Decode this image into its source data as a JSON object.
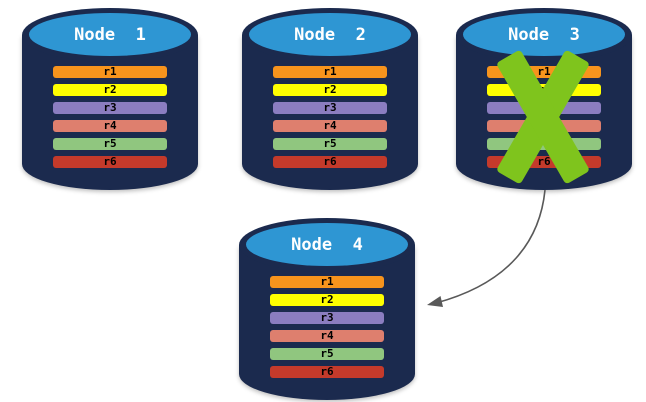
{
  "palette": {
    "cylinder_body": "#1B2A4E",
    "cylinder_top": "#2E96D3",
    "node_label_color": "#FFFFFF",
    "row_label_color": "#000000",
    "failure_x_color": "#7FC41D",
    "arrow_color": "#595959",
    "background": "#FFFFFF"
  },
  "nodes": [
    {
      "label": "Node  1",
      "failed": false,
      "rows": [
        {
          "label": "r1",
          "color": "#F7941D"
        },
        {
          "label": "r2",
          "color": "#FFFF00"
        },
        {
          "label": "r3",
          "color": "#8B7DC0"
        },
        {
          "label": "r4",
          "color": "#DE7F6E"
        },
        {
          "label": "r5",
          "color": "#90C67F"
        },
        {
          "label": "r6",
          "color": "#C43A2B"
        }
      ]
    },
    {
      "label": "Node  2",
      "failed": false,
      "rows": [
        {
          "label": "r1",
          "color": "#F7941D"
        },
        {
          "label": "r2",
          "color": "#FFFF00"
        },
        {
          "label": "r3",
          "color": "#8B7DC0"
        },
        {
          "label": "r4",
          "color": "#DE7F6E"
        },
        {
          "label": "r5",
          "color": "#90C67F"
        },
        {
          "label": "r6",
          "color": "#C43A2B"
        }
      ]
    },
    {
      "label": "Node  3",
      "failed": true,
      "rows": [
        {
          "label": "r1",
          "color": "#F7941D"
        },
        {
          "label": "r2",
          "color": "#FFFF00"
        },
        {
          "label": "r3",
          "color": "#8B7DC0"
        },
        {
          "label": "r4",
          "color": "#DE7F6E"
        },
        {
          "label": "r5",
          "color": "#90C67F"
        },
        {
          "label": "r6",
          "color": "#C43A2B"
        }
      ]
    },
    {
      "label": "Node  4",
      "failed": false,
      "rows": [
        {
          "label": "r1",
          "color": "#F7941D"
        },
        {
          "label": "r2",
          "color": "#FFFF00"
        },
        {
          "label": "r3",
          "color": "#8B7DC0"
        },
        {
          "label": "r4",
          "color": "#DE7F6E"
        },
        {
          "label": "r5",
          "color": "#90C67F"
        },
        {
          "label": "r6",
          "color": "#C43A2B"
        }
      ]
    }
  ],
  "arrow": {
    "from": "Node  3",
    "to": "Node  4"
  }
}
